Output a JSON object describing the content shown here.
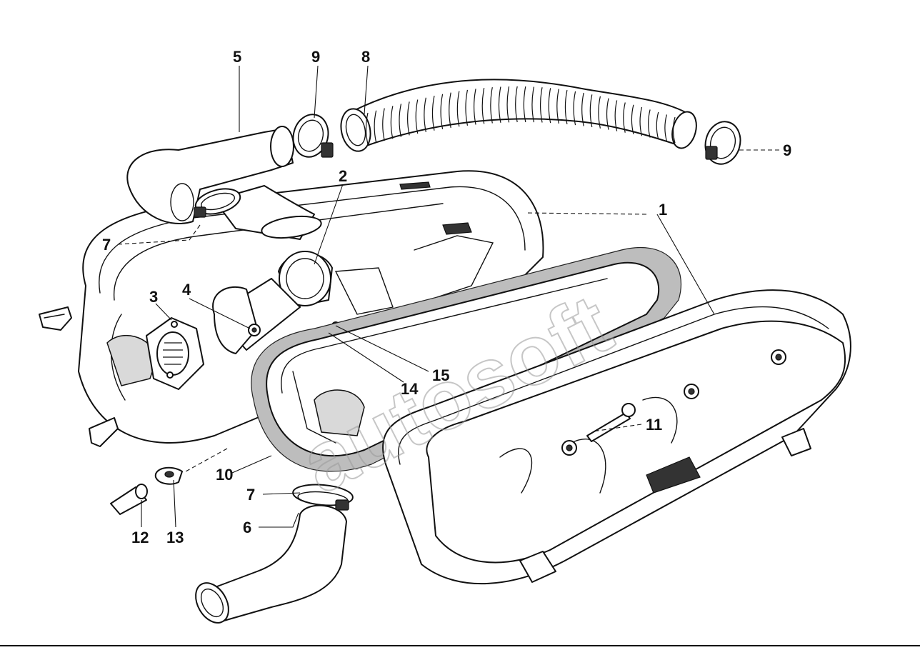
{
  "diagram": {
    "callouts": [
      {
        "id": "c1",
        "label": "1"
      },
      {
        "id": "c2",
        "label": "2"
      },
      {
        "id": "c3",
        "label": "3"
      },
      {
        "id": "c4",
        "label": "4"
      },
      {
        "id": "c5",
        "label": "5"
      },
      {
        "id": "c6",
        "label": "6"
      },
      {
        "id": "c7a",
        "label": "7"
      },
      {
        "id": "c7b",
        "label": "7"
      },
      {
        "id": "c8",
        "label": "8"
      },
      {
        "id": "c9a",
        "label": "9"
      },
      {
        "id": "c9b",
        "label": "9"
      },
      {
        "id": "c10",
        "label": "10"
      },
      {
        "id": "c11",
        "label": "11"
      },
      {
        "id": "c12",
        "label": "12"
      },
      {
        "id": "c13",
        "label": "13"
      },
      {
        "id": "c14",
        "label": "14"
      },
      {
        "id": "c15",
        "label": "15"
      }
    ],
    "watermark": "autosoft"
  }
}
